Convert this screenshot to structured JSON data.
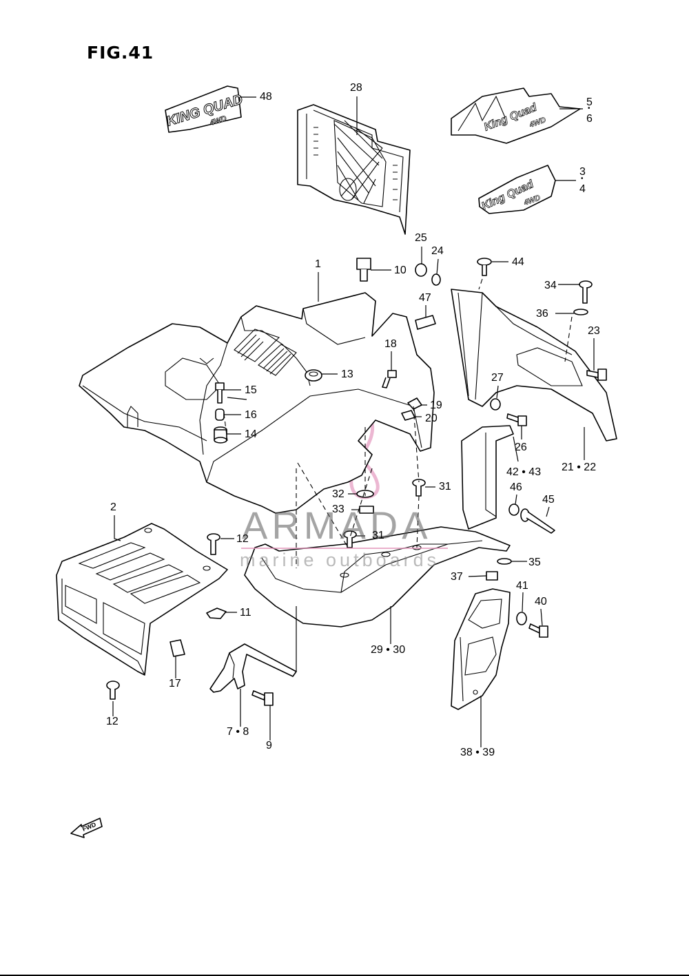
{
  "figure": {
    "title": "FIG.41",
    "direction_label": "FWD"
  },
  "decals": {
    "king_quad_48": {
      "line1": "KING QUAD",
      "line2": "4WD"
    },
    "king_quad_5_6": {
      "line1": "King Quad",
      "line2": "4WD"
    },
    "king_quad_3_4": {
      "line1": "King Quad",
      "line2": "4WD"
    }
  },
  "callouts": {
    "c48": "48",
    "c28": "28",
    "c5": "5",
    "c6": "6",
    "c3": "3",
    "c4": "4",
    "c25": "25",
    "c24": "24",
    "c10": "10",
    "c44": "44",
    "c1": "1",
    "c47": "47",
    "c34": "34",
    "c36": "36",
    "c23": "23",
    "c18": "18",
    "c13": "13",
    "c15": "15",
    "c16": "16",
    "c14": "14",
    "c19": "19",
    "c20": "20",
    "c27": "27",
    "c26": "26",
    "c21_22": "21 • 22",
    "c42_43": "42 • 43",
    "c31a": "31",
    "c32": "32",
    "c33": "33",
    "c31b": "31",
    "c46": "46",
    "c45": "45",
    "c2": "2",
    "c12a": "12",
    "c35": "35",
    "c37": "37",
    "c11": "11",
    "c41": "41",
    "c40": "40",
    "c29_30": "29 • 30",
    "c17": "17",
    "c12b": "12",
    "c7_8": "7 • 8",
    "c9": "9",
    "c38_39": "38 • 39"
  },
  "watermark": {
    "brand": "ARMADA",
    "tagline": "marine outboards",
    "logo_color": "#e8a6c8"
  }
}
